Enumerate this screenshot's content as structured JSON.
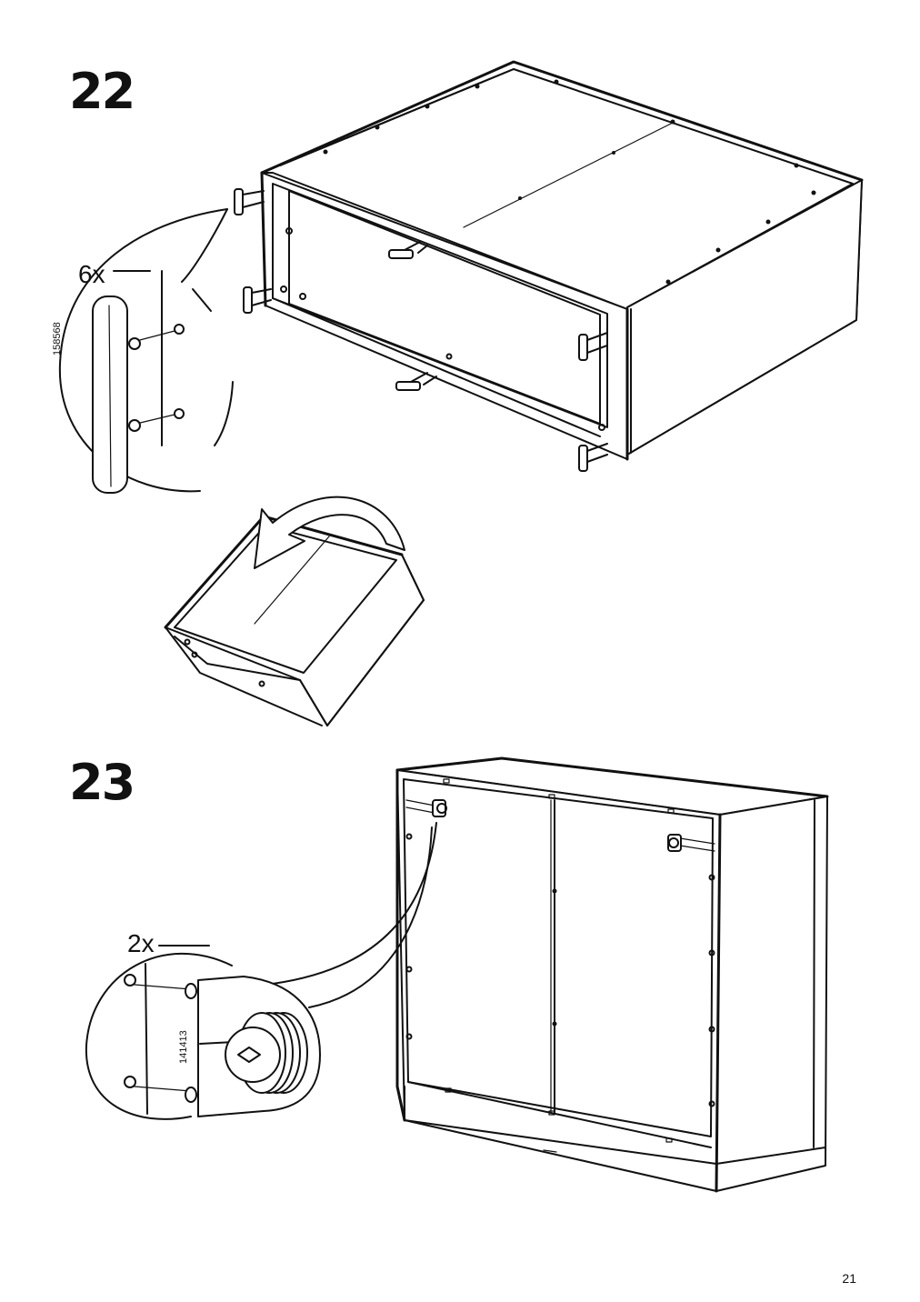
{
  "steps": [
    {
      "number": "22",
      "callout": {
        "quantity": "6x",
        "part_id": "158568"
      }
    },
    {
      "number": "23",
      "callout": {
        "quantity": "2x",
        "part_id": "141413"
      }
    }
  ],
  "page_number": "21",
  "icons": {
    "rotate_arrow": "curved-arrow-icon",
    "connector": "wooden-dowel-connector",
    "glide": "adjustable-foot-glide"
  }
}
